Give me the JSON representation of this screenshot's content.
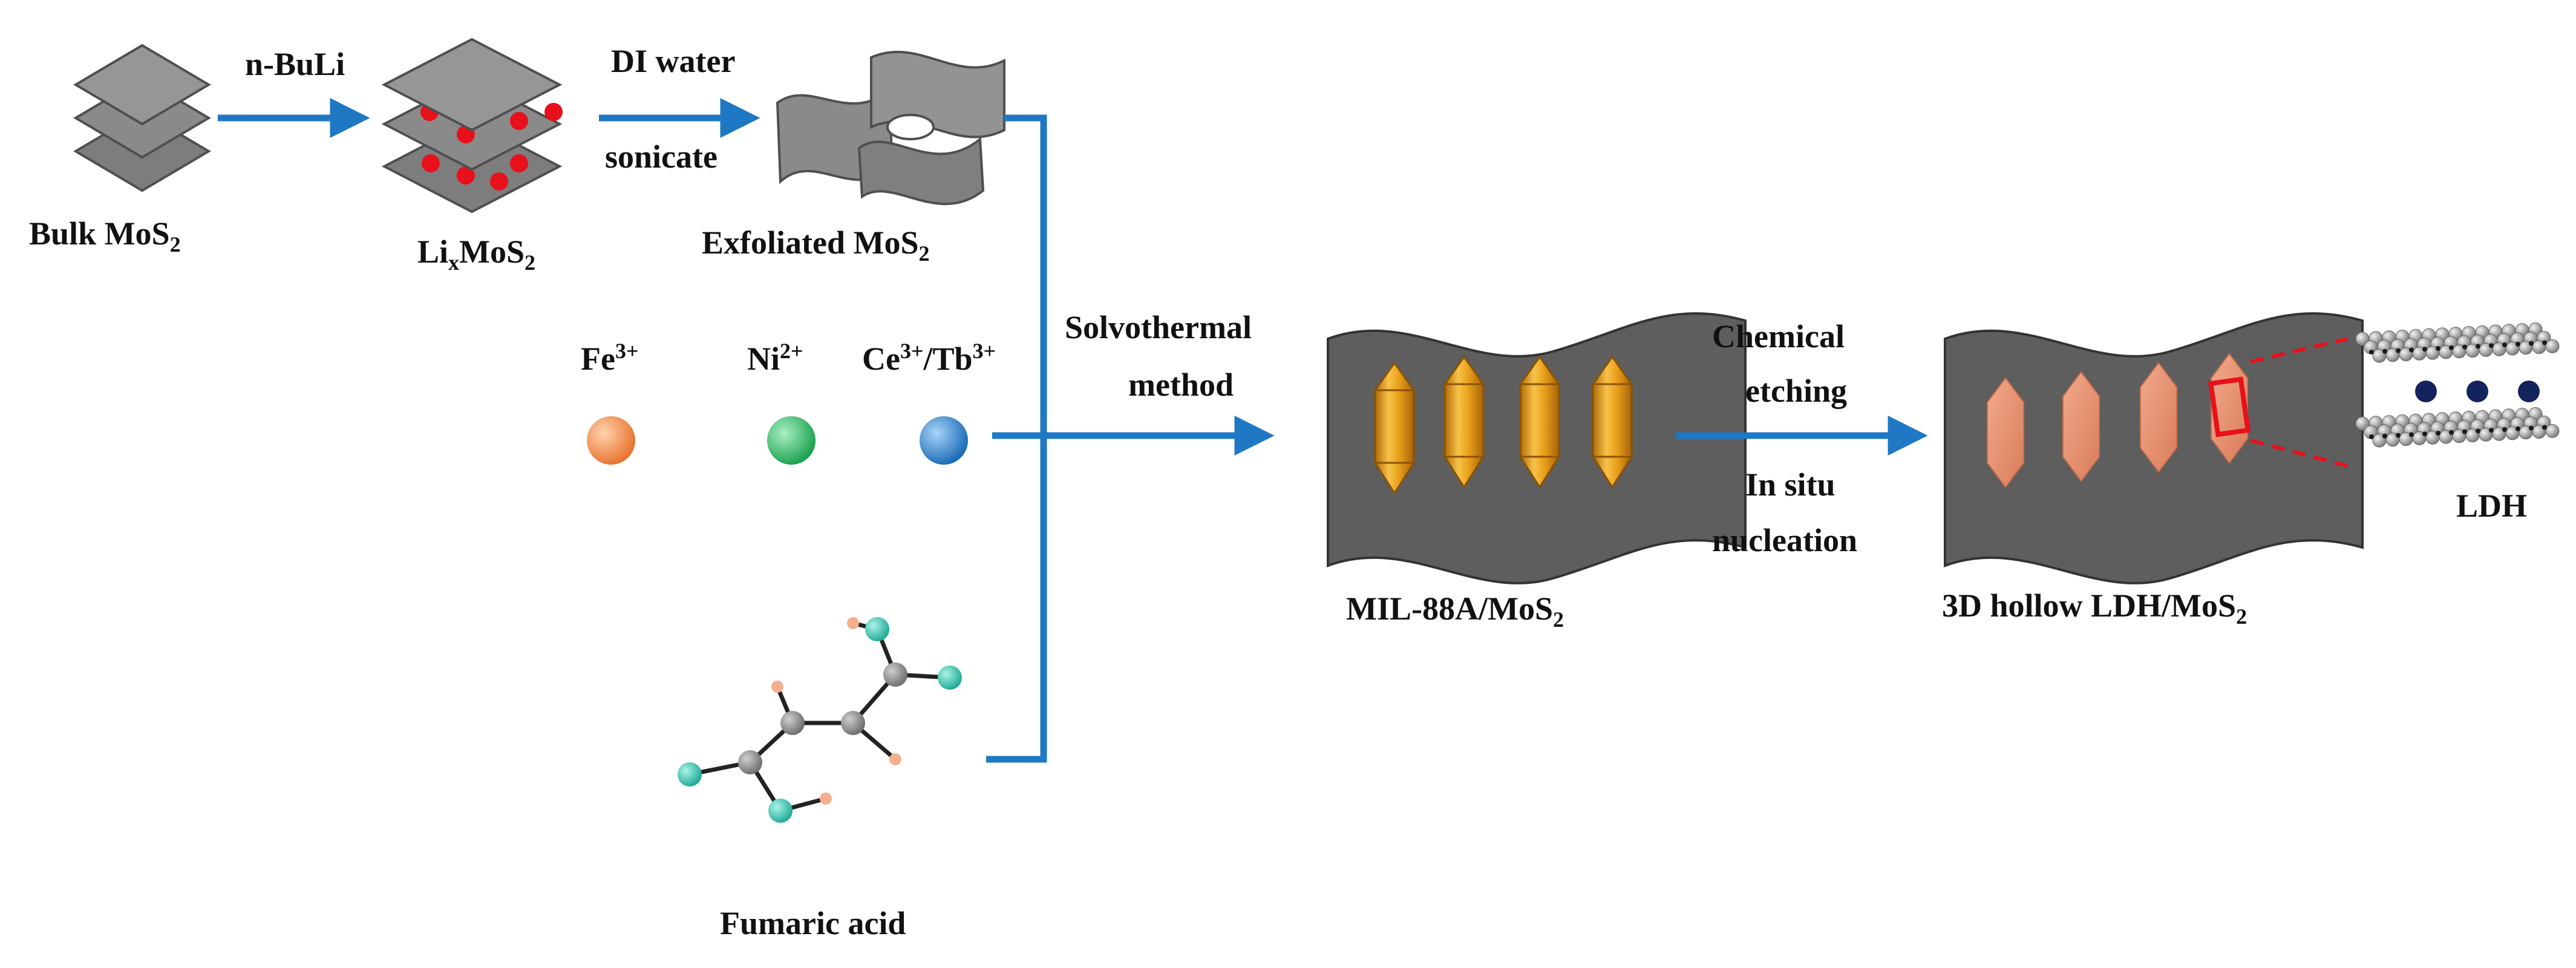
{
  "colors": {
    "arrow": "#1f78c4",
    "sheet": "#8a8a8a",
    "sheet_dark": "#5e5e5e",
    "li_dot": "#e8101a",
    "crystal": "#e39b14",
    "ldh_pad": "#e89272",
    "fe_ball": "#f2873a",
    "ni_ball": "#22b35a",
    "ce_ball": "#1f7fd0",
    "atom_carbon": "#8d8d8d",
    "atom_oxygen": "#2fc6b0",
    "atom_hydrogen": "#f4b08e",
    "interlayer_ion": "#13235e",
    "highlight": "#e8101a"
  },
  "labels": {
    "bulk": {
      "main": "Bulk MoS",
      "sub": "2"
    },
    "lix": {
      "a": "Li",
      "x": "x",
      "b": "MoS",
      "sub": "2"
    },
    "exfoliated": {
      "main": "Exfoliated MoS",
      "sub": "2"
    },
    "nbuli": "n-BuLi",
    "di_water": "DI water",
    "sonicate": "sonicate",
    "fe": {
      "main": "Fe",
      "sup": "3+"
    },
    "ni": {
      "main": "Ni",
      "sup": "2+"
    },
    "ce_tb": {
      "a": "Ce",
      "sup1": "3+",
      "b": "/Tb",
      "sup2": "3+"
    },
    "solvothermal": "Solvothermal",
    "method": "method",
    "mil": {
      "main": "MIL-88A/MoS",
      "sub": "2"
    },
    "chemical": "Chemical",
    "etching": "etching",
    "in_situ": "In situ",
    "nucleation": "nucleation",
    "hollow": {
      "main": "3D hollow LDH/MoS",
      "sub": "2"
    },
    "ldh": "LDH",
    "fumaric": "Fumaric acid"
  }
}
